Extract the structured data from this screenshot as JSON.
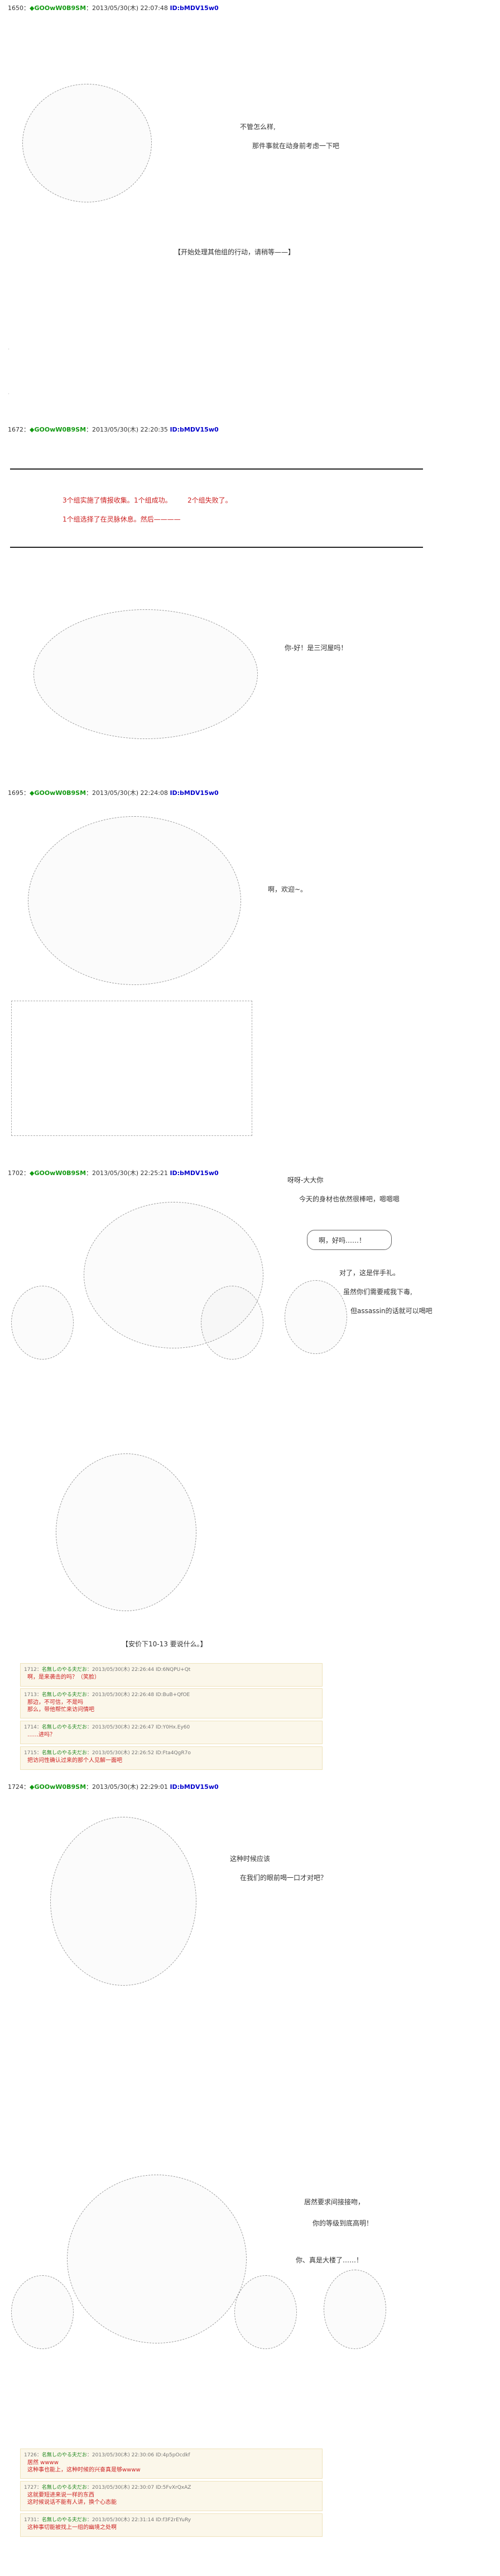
{
  "posts": [
    {
      "header": {
        "num": "1650：",
        "trip": "◆GOOwW0B9SM",
        "date": "：2013/05/30(木) 22:07:48",
        "id": "ID:bMDV15w0"
      },
      "lines": [
        "不管怎么样,",
        "那件事就在动身前考虑一下吧"
      ],
      "note": "【开始处理其他组的行动，请稍等——】"
    },
    {
      "header": {
        "num": "1672：",
        "trip": "◆GOOwW0B9SM",
        "date": "：2013/05/30(木) 22:20:35",
        "id": "ID:bMDV15w0"
      },
      "red_lines": [
        "3个组实施了情报收集。",
        "1个组成功。",
        "2个组失败了。",
        "1个组选择了在灵脉休息。然后————"
      ],
      "lines": [
        "你-好！是三河屋吗！"
      ]
    },
    {
      "header": {
        "num": "1695：",
        "trip": "◆GOOwW0B9SM",
        "date": "：2013/05/30(木) 22:24:08",
        "id": "ID:bMDV15w0"
      },
      "lines": [
        "啊，欢迎~。"
      ]
    },
    {
      "header": {
        "num": "1702：",
        "trip": "◆GOOwW0B9SM",
        "date": "：2013/05/30(木) 22:25:21",
        "id": "ID:bMDV15w0"
      },
      "lines": [
        "呀呀-大大你",
        "今天的身材也依然很棒吧，嗯嗯嗯",
        "啊，好吗……！",
        "对了，这是伴手礼。",
        "虽然你们需要戒我下毒,",
        "但assassin的话就可以喝吧"
      ],
      "note": "【安价下10-13 要说什么。】",
      "responses": [
        {
          "num": "1712：",
          "name": "名無しのやる夫だお",
          "date": "：2013/05/30(木) 22:26:44",
          "id": "ID:6NQPU+Qt",
          "body": [
            "啊，是来袭击的吗？（笑脸）"
          ]
        },
        {
          "num": "1713：",
          "name": "名無しのやる夫だお",
          "date": "：2013/05/30(木) 22:26:48",
          "id": "ID:BuB+QfOE",
          "body": [
            "那边，不可信，不是吗",
            "那么，带他帮忙来访问情吧"
          ]
        },
        {
          "num": "1714：",
          "name": "名無しのやる夫だお",
          "date": "：2013/05/30(木) 22:26:47",
          "id": "ID:Y0Hx.Ey60",
          "body": [
            "……进吗？"
          ]
        },
        {
          "num": "1715：",
          "name": "名無しのやる夫だお",
          "date": "：2013/05/30(木) 22:26:52",
          "id": "ID:Fta4QgR7o",
          "body": [
            "把访问性确认过来的那个人见解一面吧"
          ]
        }
      ]
    },
    {
      "header": {
        "num": "1724：",
        "trip": "◆GOOwW0B9SM",
        "date": "：2013/05/30(木) 22:29:01",
        "id": "ID:bMDV15w0"
      },
      "lines": [
        "这种时候应该",
        "在我们的眼前喝一口才对吧？",
        "居然要求间接接吻，",
        "你的等级到底高明！",
        "你、真是大楼了……！"
      ],
      "responses": [
        {
          "num": "1726：",
          "name": "名無しのやる夫だお",
          "date": "：2013/05/30(木) 22:30:06",
          "id": "ID:4p5pOcdkf",
          "body": [
            "居然 wwww",
            "这种事也能上，这种时候的兴奋真是够wwww"
          ]
        },
        {
          "num": "1727：",
          "name": "名無しのやる夫だお",
          "date": "：2013/05/30(木) 22:30:07",
          "id": "ID:5FvXrQxAZ",
          "body": [
            "这就要短进来说一样的东西",
            "这时候说话不能有人讲，换个心态能"
          ]
        },
        {
          "num": "1731：",
          "name": "名無しのやる夫だお",
          "date": "：2013/05/30(木) 22:31:14",
          "id": "ID:f3F2rEYuRy",
          "body": [
            "这种事切能被找上一组的幽境之处啊"
          ]
        }
      ]
    }
  ]
}
